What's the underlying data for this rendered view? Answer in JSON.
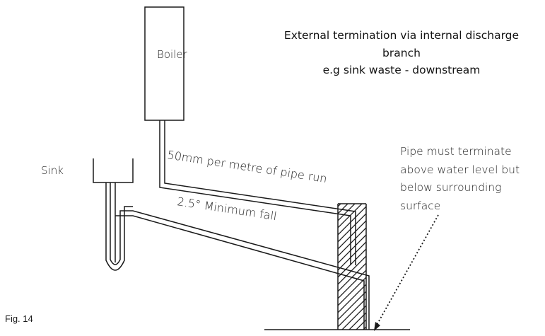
{
  "title": {
    "lines": [
      "External termination via internal discharge",
      "branch",
      "e.g sink waste - downstream"
    ]
  },
  "labels": {
    "boiler": "Boiler",
    "sink": "Sink",
    "pipe_gradient": "50mm per metre of pipe run",
    "minimum_fall": "2.5° Minimum fall",
    "termination_note": [
      "Pipe must terminate",
      "above water level but",
      "below surrounding",
      "surface"
    ],
    "figure": "Fig. 14"
  }
}
